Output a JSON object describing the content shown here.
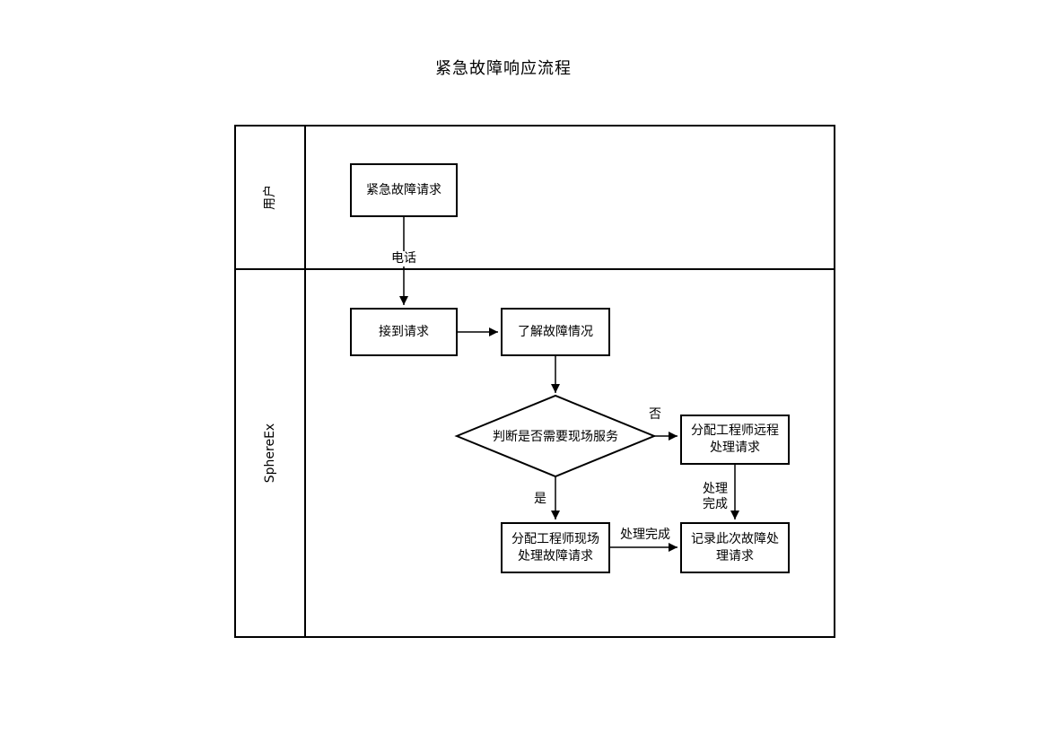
{
  "title": "紧急故障响应流程",
  "lanes": [
    {
      "id": "user",
      "label": "用户"
    },
    {
      "id": "sphereex",
      "label": "SphereEx"
    }
  ],
  "nodes": {
    "emergency_request": "紧急故障请求",
    "receive_request": "接到请求",
    "understand_fault": "了解故障情况",
    "decision_onsite": "判断是否需要现场服务",
    "assign_remote": "分配工程师远程处理请求",
    "assign_onsite": "分配工程师现场处理故障请求",
    "record_request": "记录此次故障处理请求"
  },
  "edge_labels": {
    "phone": "电话",
    "decision_no": "否",
    "decision_yes": "是",
    "remote_done": "处理完成",
    "onsite_done": "处理完成"
  },
  "edges": [
    {
      "from": "emergency_request",
      "to": "receive_request",
      "label": "电话"
    },
    {
      "from": "receive_request",
      "to": "understand_fault",
      "label": ""
    },
    {
      "from": "understand_fault",
      "to": "decision_onsite",
      "label": ""
    },
    {
      "from": "decision_onsite",
      "to": "assign_remote",
      "label": "否"
    },
    {
      "from": "decision_onsite",
      "to": "assign_onsite",
      "label": "是"
    },
    {
      "from": "assign_remote",
      "to": "record_request",
      "label": "处理完成"
    },
    {
      "from": "assign_onsite",
      "to": "record_request",
      "label": "处理完成"
    }
  ]
}
